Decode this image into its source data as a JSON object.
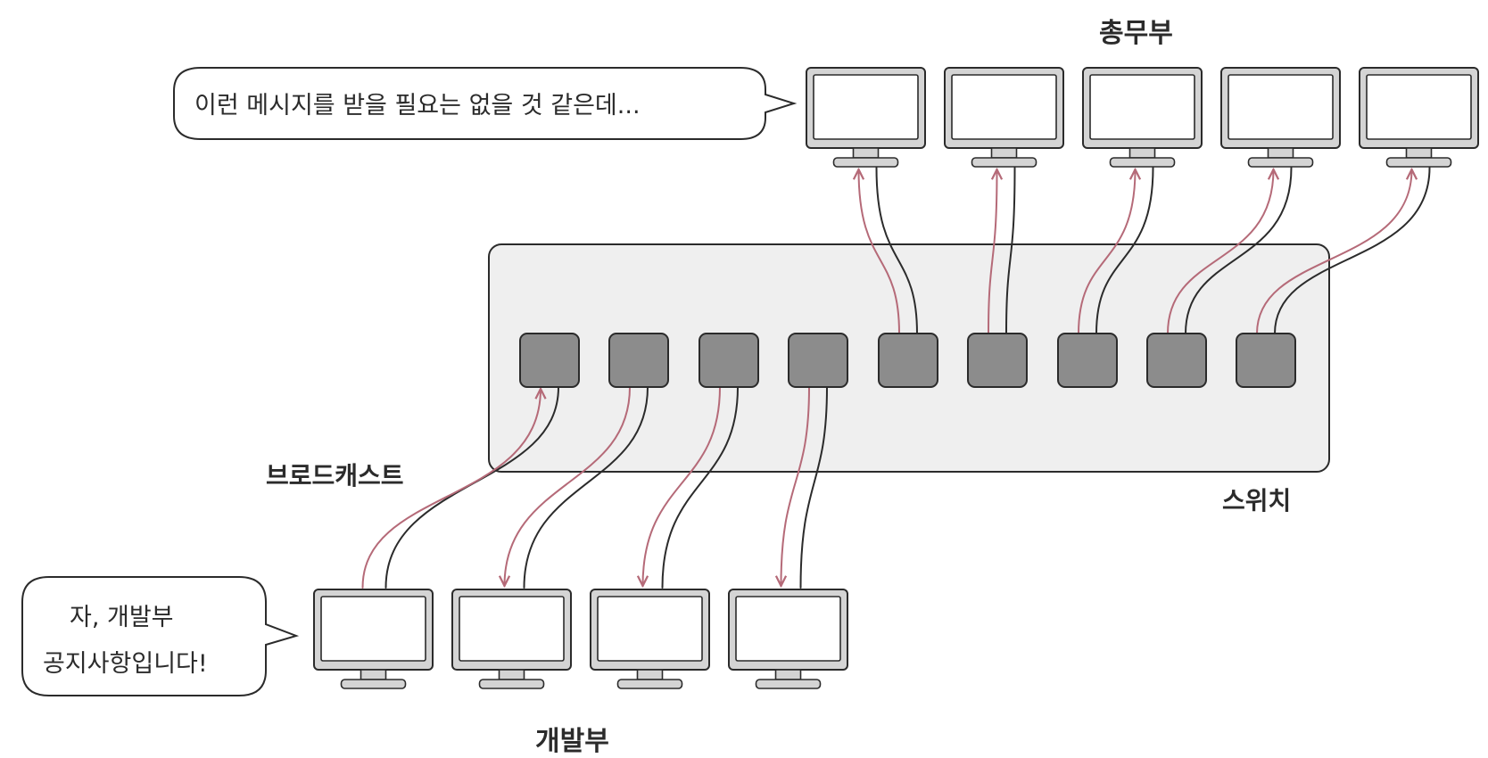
{
  "labels": {
    "top_group": "총무부",
    "bottom_group": "개발부",
    "switch": "스위치",
    "broadcast": "브로드캐스트"
  },
  "bubbles": {
    "top": "이런 메시지를 받을 필요는 없을 것 같은데...",
    "bottom_line1": "자, 개발부",
    "bottom_line2": "공지사항입니다!"
  },
  "colors": {
    "switch_fill": "#efefef",
    "port_fill": "#8c8c8c",
    "monitor_frame": "#d4d4d4",
    "cable_black": "#2b2b2b",
    "cable_red": "#b56a78",
    "outline": "#2b2b2b"
  }
}
